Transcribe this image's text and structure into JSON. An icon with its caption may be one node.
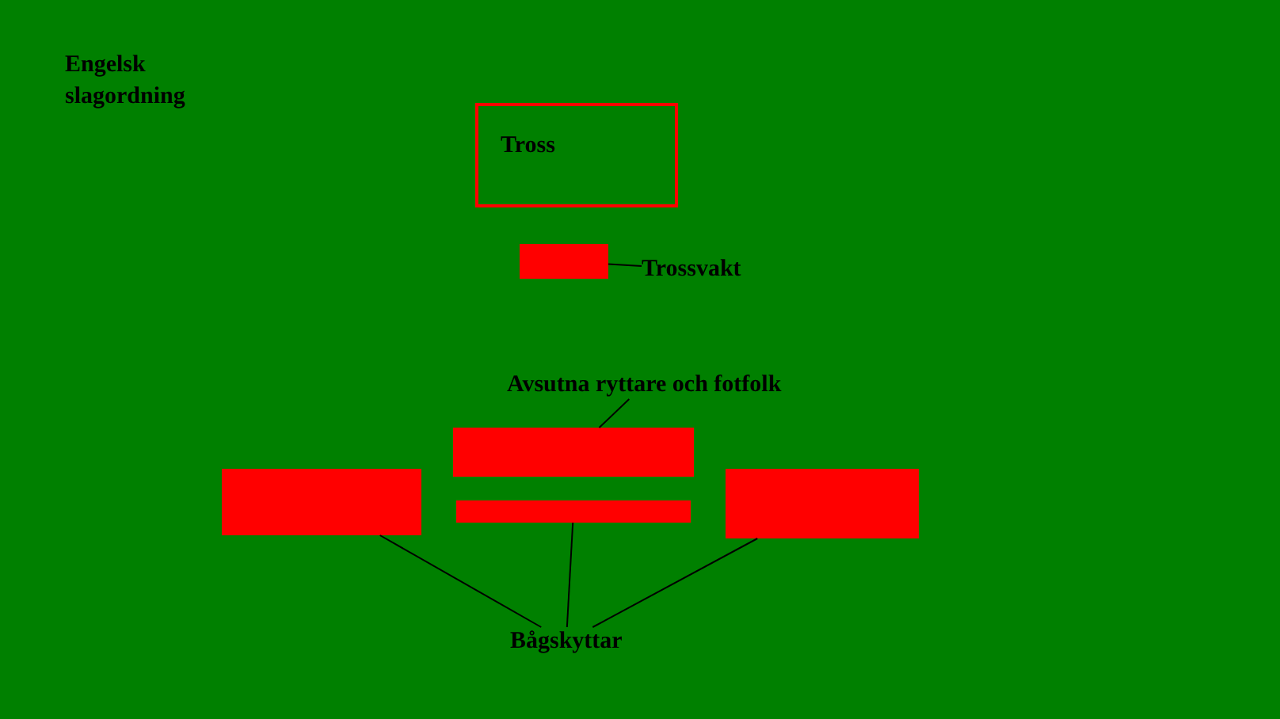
{
  "diagram": {
    "title": "Engelsk slagordning",
    "nodes": [
      {
        "text": [
          "Tross"
        ]
      },
      {
        "text": [],
        "shape": "bar"
      },
      {
        "text": [
          "Trossvakt"
        ]
      },
      {
        "text": [
          "Avsutna ryttare och fotfolk"
        ]
      },
      {
        "text": [],
        "shape": "bar"
      },
      {
        "text": [],
        "shape": "bar"
      },
      {
        "text": [],
        "shape": "bar"
      },
      {
        "text": [],
        "shape": "bar"
      },
      {
        "text": [
          "Bågskyttar"
        ]
      }
    ],
    "edges": [
      {
        "from": 2,
        "to": 1,
        "arrow": "none"
      },
      {
        "from": 3,
        "to": 4,
        "arrow": "none"
      },
      {
        "from": 8,
        "to": 5,
        "arrow": "none"
      },
      {
        "from": 8,
        "to": 6,
        "arrow": "none"
      },
      {
        "from": 8,
        "to": 7,
        "arrow": "none"
      }
    ]
  }
}
